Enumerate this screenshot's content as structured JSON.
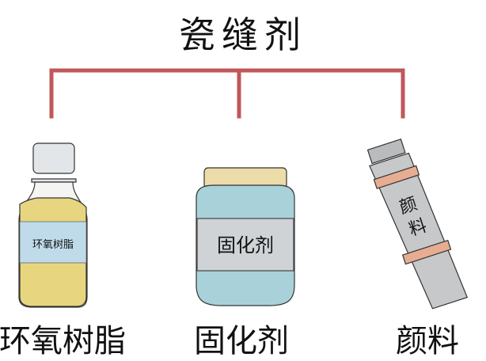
{
  "title": "瓷缝剂",
  "colors": {
    "bracket": "#c0575a",
    "bottle_liquid": "#e6d27a",
    "bottle_label": "#bcd8e8",
    "jar_body": "#a9d1d9",
    "jar_label": "#cfd3d6",
    "jar_lid": "#ead8a6",
    "tube_body": "#c4c6c8",
    "tube_band": "#e7ad92"
  },
  "items": [
    {
      "name": "环氧树脂",
      "product_label": "环氧树脂",
      "icon": "bottle-icon"
    },
    {
      "name": "固化剂",
      "product_label": "固化剂",
      "icon": "jar-icon"
    },
    {
      "name": "颜料",
      "product_label": "颜料",
      "icon": "paint-tube-icon"
    }
  ]
}
